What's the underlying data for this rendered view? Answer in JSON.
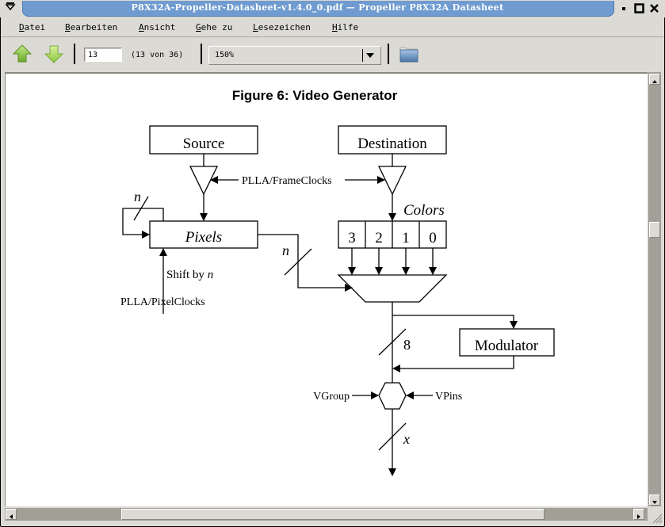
{
  "window": {
    "title": "P8X32A-Propeller-Datasheet-v1.4.0_0.pdf — Propeller P8X32A Datasheet",
    "controls": {
      "menu": "▽",
      "minimize": "▪",
      "maximize": "□",
      "close": "✕"
    }
  },
  "menubar": {
    "items": [
      {
        "mnemonic": "D",
        "rest": "atei"
      },
      {
        "mnemonic": "B",
        "rest": "earbeiten"
      },
      {
        "mnemonic": "A",
        "rest": "nsicht"
      },
      {
        "mnemonic": "G",
        "rest": "ehe zu"
      },
      {
        "mnemonic": "L",
        "rest": "esezeichen"
      },
      {
        "mnemonic": "H",
        "rest": "ilfe"
      }
    ]
  },
  "toolbar": {
    "prev_page_icon": "arrow-up-icon",
    "next_page_icon": "arrow-down-icon",
    "page_input_value": "13",
    "page_count_text": "(13 von 36)",
    "zoom_value": "150%",
    "open_icon": "folder-icon",
    "arrow_color": "#8cc63f"
  },
  "document": {
    "figure_title": "Figure 6: Video Generator",
    "diagram": {
      "boxes": {
        "source": "Source",
        "destination": "Destination",
        "pixels": "Pixels",
        "modulator": "Modulator"
      },
      "colors_label": "Colors",
      "color_cells": [
        "3",
        "2",
        "1",
        "0"
      ],
      "labels": {
        "frame_clocks": "PLLA/FrameClocks",
        "pixel_clocks": "PLLA/PixelClocks",
        "shift_by": "Shift by ",
        "shift_n": "n",
        "loop_bus_width": "n",
        "pixels_bus_width": "n",
        "output_bus_width": "8",
        "pin_bus_width": "x",
        "vgroup": "VGroup",
        "vpins": "VPins"
      }
    }
  },
  "scrollbars": {
    "vertical_position_fraction": 0.38,
    "horizontal_position_fraction": 0.26
  }
}
